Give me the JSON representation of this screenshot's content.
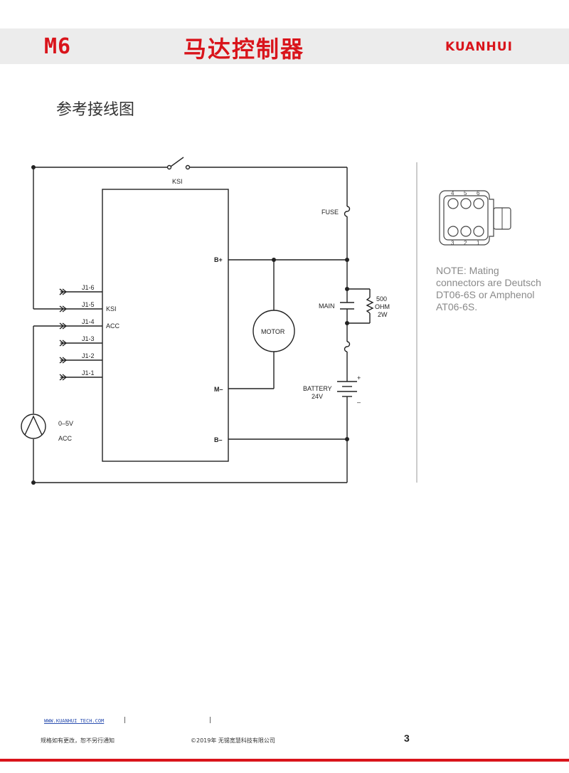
{
  "header": {
    "model": "M6",
    "title": "马达控制器",
    "brand": "KUANHUI"
  },
  "section": {
    "title": "参考接线图"
  },
  "schematic": {
    "ksi_switch_label": "KSI",
    "fuse_label": "FUSE",
    "b_plus_label": "B+",
    "m_minus_label": "M–",
    "b_minus_label": "B–",
    "motor_label": "MOTOR",
    "main_label": "MAIN",
    "resistor_value": "500",
    "resistor_unit": "OHM",
    "resistor_power": "2W",
    "battery_label": "BATTERY",
    "battery_voltage": "24V",
    "battery_plus": "+",
    "battery_minus": "–",
    "pins": [
      "J1-6",
      "J1-5",
      "J1-4",
      "J1-3",
      "J1-2",
      "J1-1"
    ],
    "pin_ksi_label": "KSI",
    "pin_acc_label": "ACC",
    "throttle_range": "0–5V",
    "throttle_label": "ACC",
    "connector_top_pins": [
      "4",
      "5",
      "6"
    ],
    "connector_bottom_pins": [
      "3",
      "2",
      "1"
    ]
  },
  "note": {
    "text": "NOTE: Mating connectors are Deutsch DT06-6S or Amphenol AT06-6S."
  },
  "footer": {
    "url": "WWW.KUANHUI TECH.COM",
    "separator": "|",
    "notice": "规格如有更改，恕不另行通知",
    "copyright": "©2019年 无锡宽慧科技有限公司",
    "page_number": "3"
  },
  "colors": {
    "accent": "#d9141b",
    "header_band": "#ececec",
    "note_text": "#8a8a8a",
    "link": "#2b4fb0"
  }
}
